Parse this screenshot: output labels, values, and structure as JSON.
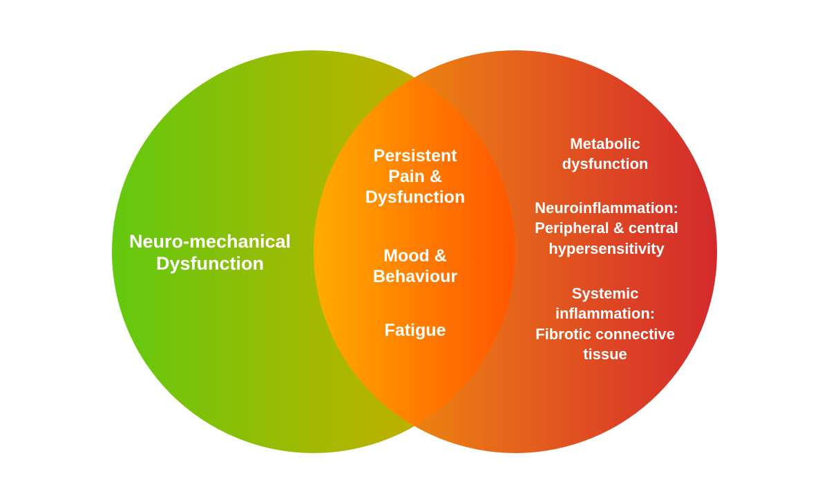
{
  "colors": {
    "green": "#62C910",
    "olive": "#C8A800",
    "orange_light": "#FFA800",
    "orange_deep": "#FF5A00",
    "red": "#D62A2A",
    "text": "#FFFFFF"
  },
  "left_circle": {
    "label_line1": "Neuro-mechanical",
    "label_line2": "Dysfunction"
  },
  "overlap": {
    "item1_line1": "Persistent",
    "item1_line2": "Pain &",
    "item1_line3": "Dysfunction",
    "item2_line1": "Mood &",
    "item2_line2": "Behaviour",
    "item3_line1": "Fatigue"
  },
  "right_circle": {
    "item1_line1": "Metabolic",
    "item1_line2": "dysfunction",
    "item2_line1": "Neuroinflammation:",
    "item2_line2": "Peripheral & central",
    "item2_line3": "hypersensitivity",
    "item3_line1": "Systemic",
    "item3_line2": "inflammation:",
    "item3_line3": "Fibrotic connective",
    "item3_line4": "tissue"
  }
}
